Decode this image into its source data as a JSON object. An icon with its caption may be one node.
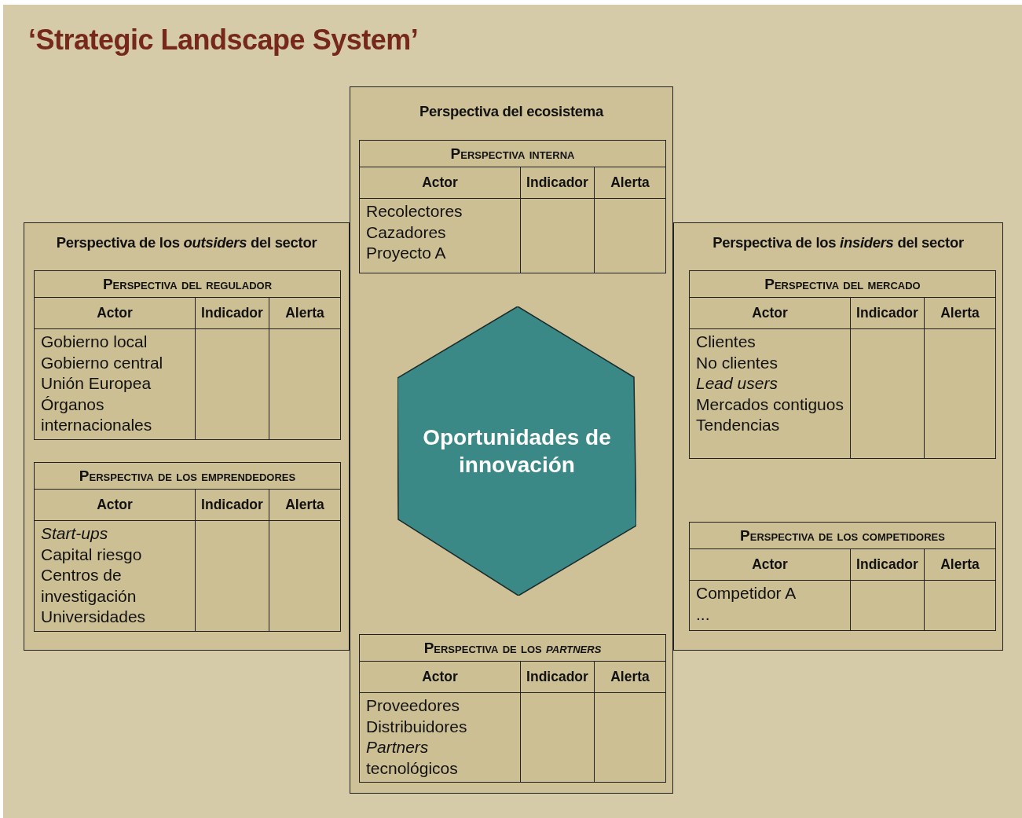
{
  "diagram": {
    "title": "‘Strategic Landscape System’",
    "nodes": [
      {
        "text": [
          "Perspectiva del ecosistema"
        ]
      },
      {
        "text": [
          "Perspectiva interna",
          "Actor",
          "Indicador",
          "Alerta",
          "Recolectores",
          "Cazadores",
          "Proyecto A"
        ],
        "in": 0
      },
      {
        "text": [
          "Oportunidades de innovación"
        ],
        "in": 0
      },
      {
        "text": [
          "Perspectiva de los *partners*",
          "Actor",
          "Indicador",
          "Alerta",
          "Proveedores",
          "Distribuidores",
          "*Partners* tecnológicos"
        ],
        "in": 0
      },
      {
        "text": [
          "Perspectiva de los *outsiders* del sector"
        ]
      },
      {
        "text": [
          "Perspectiva del regulador",
          "Actor",
          "Indicador",
          "Alerta",
          "Gobierno local",
          "Gobierno central",
          "Unión Europea",
          "Órganos internacionales"
        ],
        "in": 4
      },
      {
        "text": [
          "Perspectiva de los emprendedores",
          "Actor",
          "Indicador",
          "Alerta",
          "*Start-ups*",
          "Capital riesgo",
          "Centros de investigación",
          "Universidades"
        ],
        "in": 4
      },
      {
        "text": [
          "Perspectiva de los *insiders* del sector"
        ]
      },
      {
        "text": [
          "Perspectiva del mercado",
          "Actor",
          "Indicador",
          "Alerta",
          "Clientes",
          "No clientes",
          "*Lead users*",
          "Mercados contiguos",
          "Tendencias"
        ],
        "in": 7
      },
      {
        "text": [
          "Perspectiva de los competidores",
          "Actor",
          "Indicador",
          "Alerta",
          "Competidor A",
          "..."
        ],
        "in": 7
      }
    ],
    "edges": []
  }
}
